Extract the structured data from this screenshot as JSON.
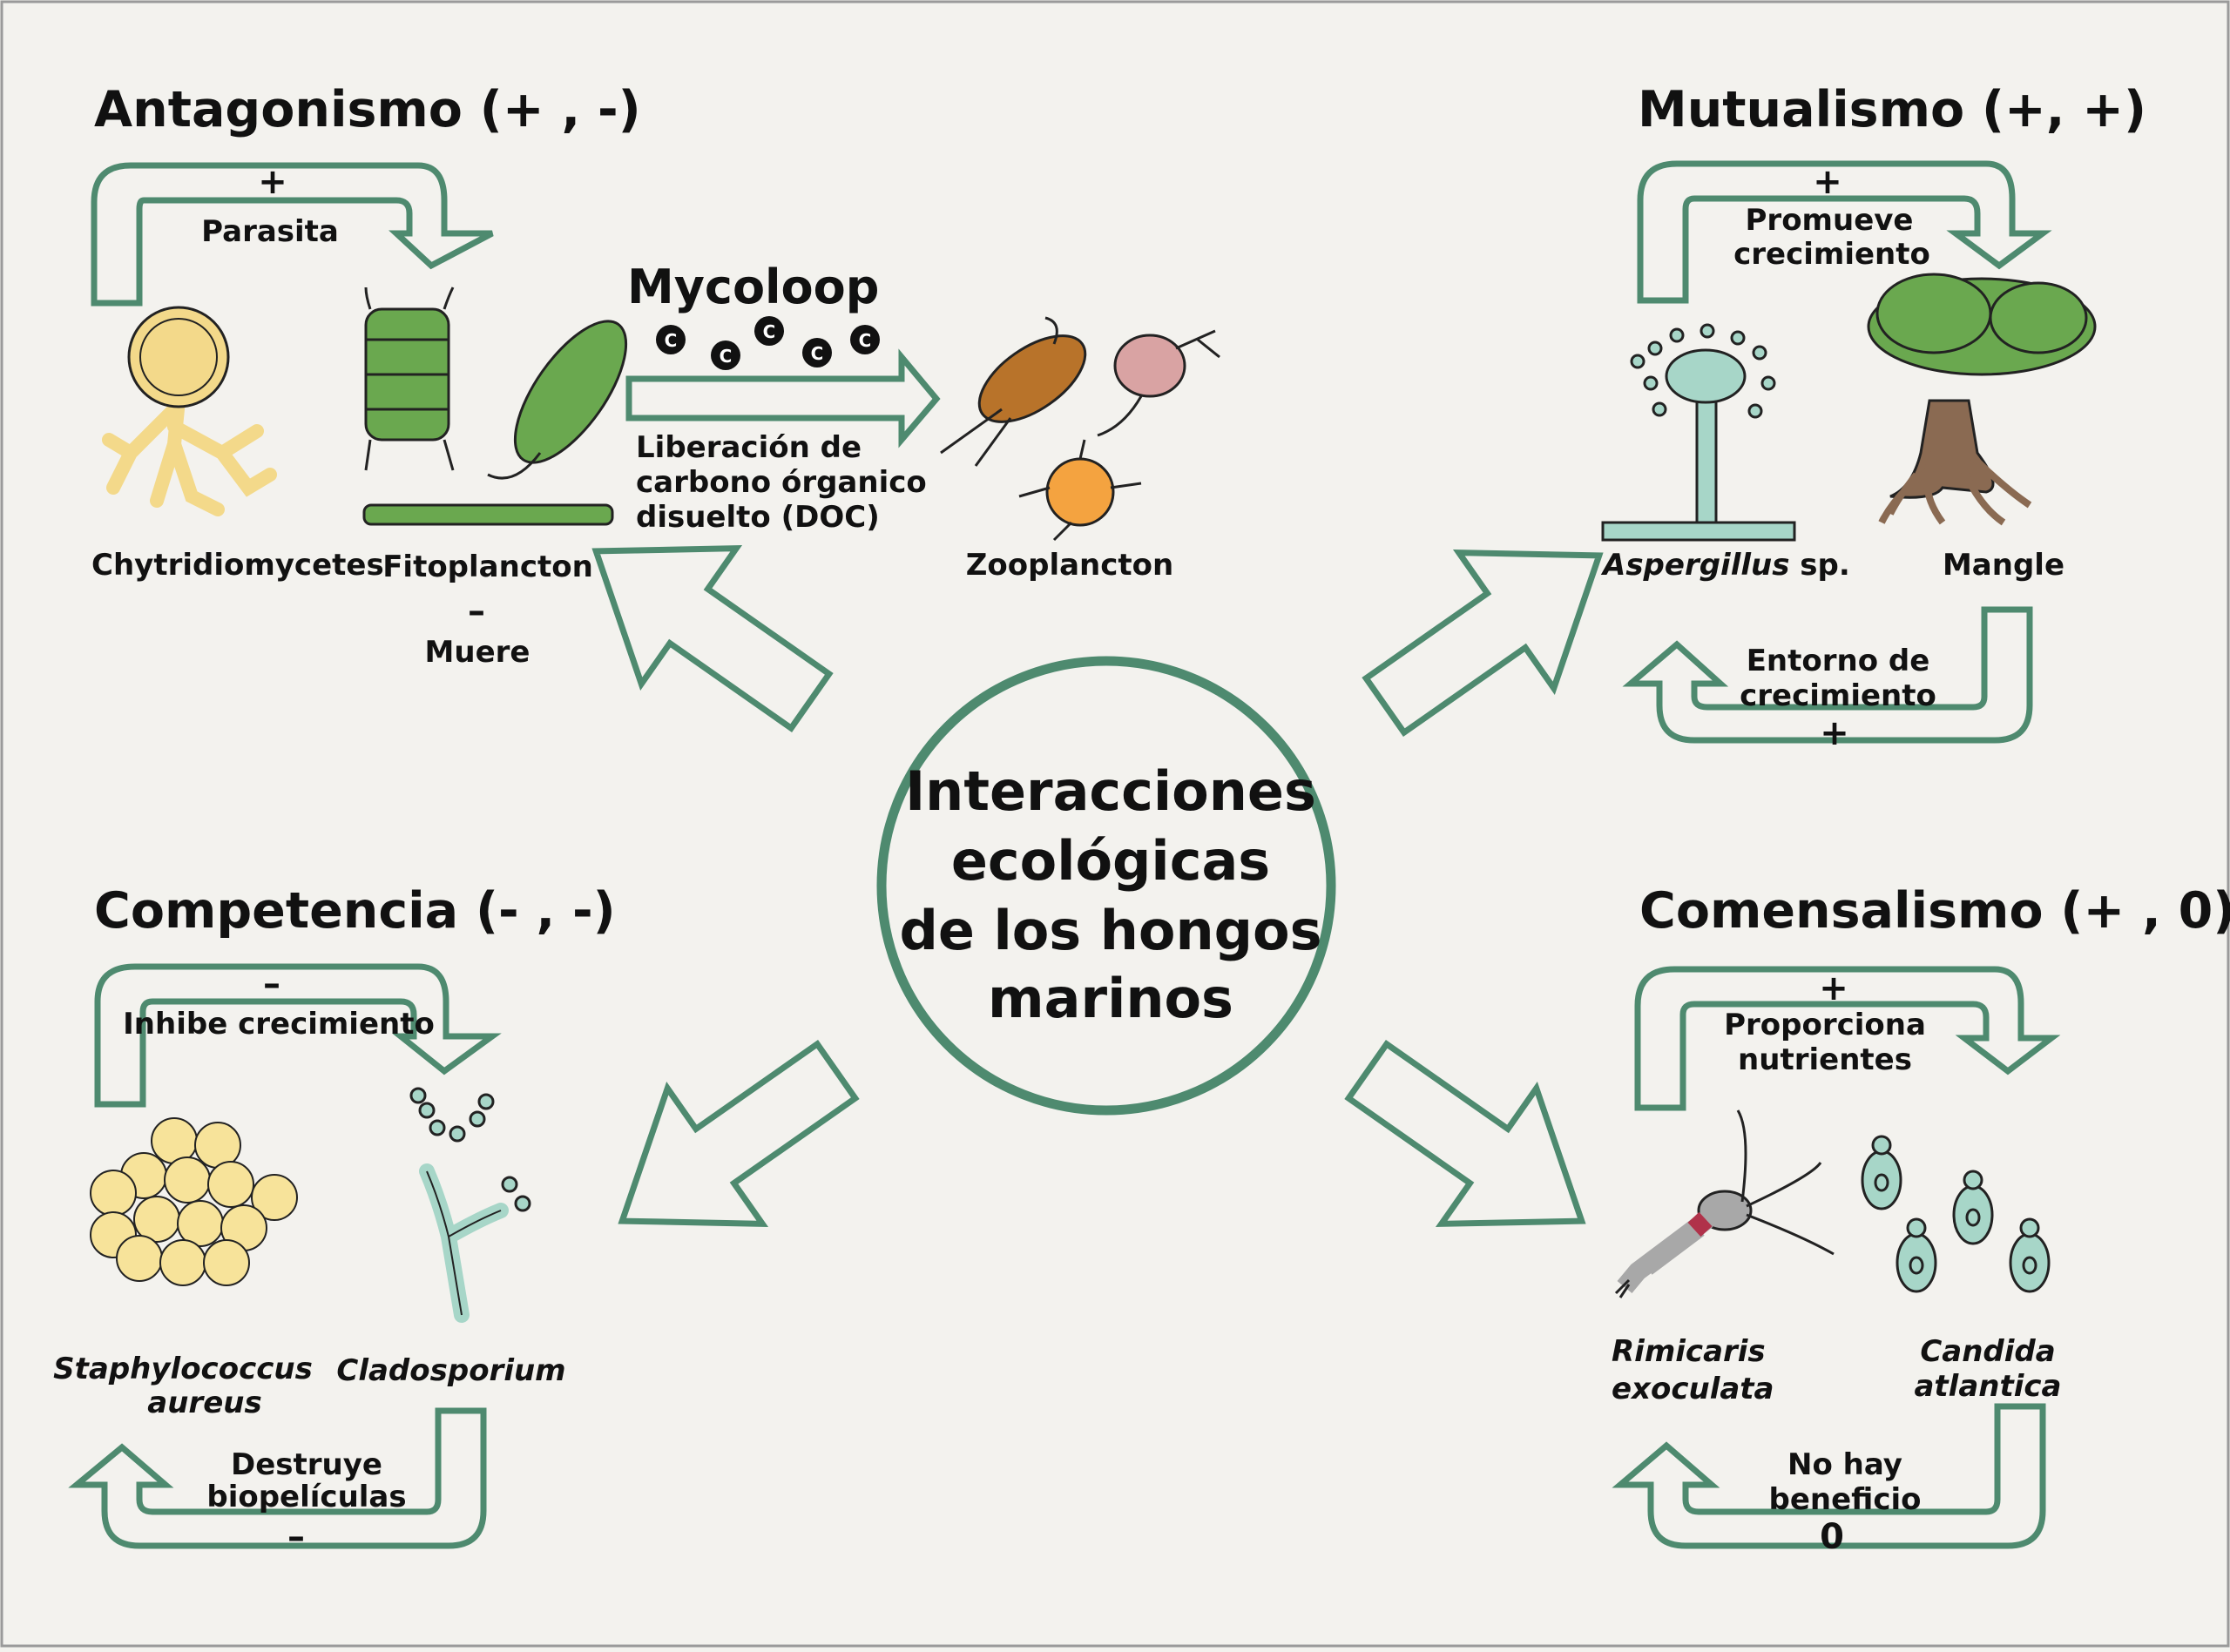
{
  "center": {
    "lines": [
      "Interacciones",
      "ecológicas",
      "de los hongos",
      "marinos"
    ]
  },
  "antagonism": {
    "title": "Antagonismo (+ , -)",
    "top_sign": "+",
    "top_label": "Parasita",
    "org1": "Chytridiomycetes",
    "org2": "Fitoplancton",
    "bottom_sign": "–",
    "bottom_label": "Muere",
    "mycoloop": "Mycoloop",
    "carbon_symbol": "C",
    "doc_lines": [
      "Liberación de",
      "carbono órganico",
      "disuelto (DOC)"
    ],
    "org3": "Zooplancton"
  },
  "mutualism": {
    "title": "Mutualismo (+, +)",
    "top_sign": "+",
    "top_label_lines": [
      "Promueve",
      "crecimiento"
    ],
    "org1_italic": "Aspergillus",
    "org1_suffix": " sp.",
    "org2": "Mangle",
    "bottom_label_lines": [
      "Entorno de",
      "crecimiento"
    ],
    "bottom_sign": "+"
  },
  "competition": {
    "title": "Competencia (- , -)",
    "top_sign": "–",
    "top_label": "Inhibe crecimiento",
    "org1_lines": [
      "Staphylococcus",
      "aureus"
    ],
    "org2": "Cladosporium",
    "bottom_label_lines": [
      "Destruye",
      "biopelículas"
    ],
    "bottom_sign": "–"
  },
  "commensalism": {
    "title": "Comensalismo (+ , 0)",
    "top_sign": "+",
    "top_label_lines": [
      "Proporciona",
      "nutrientes"
    ],
    "org1_lines": [
      "Rimicaris",
      "exoculata"
    ],
    "org2_lines": [
      "Candida",
      "atlantica"
    ],
    "bottom_label_lines": [
      "No hay",
      "beneficio"
    ],
    "bottom_sign": "0"
  },
  "colors": {
    "arrow": "#4e8a6f",
    "background": "#f3f2ee",
    "chytrid": "#f3d98a",
    "algae": "#6aa84f",
    "copepod": "#b8732a",
    "daphnia": "#d9a3a3",
    "rotifer": "#f4a340",
    "aspergillus": "#a7d6c8",
    "tree_canopy": "#6aa84f",
    "tree_trunk": "#8a6a52",
    "staph": "#f7e39a",
    "cladosporium": "#a7d6c8",
    "shrimp": "#a8a8a8",
    "candida": "#a7d6c8"
  }
}
